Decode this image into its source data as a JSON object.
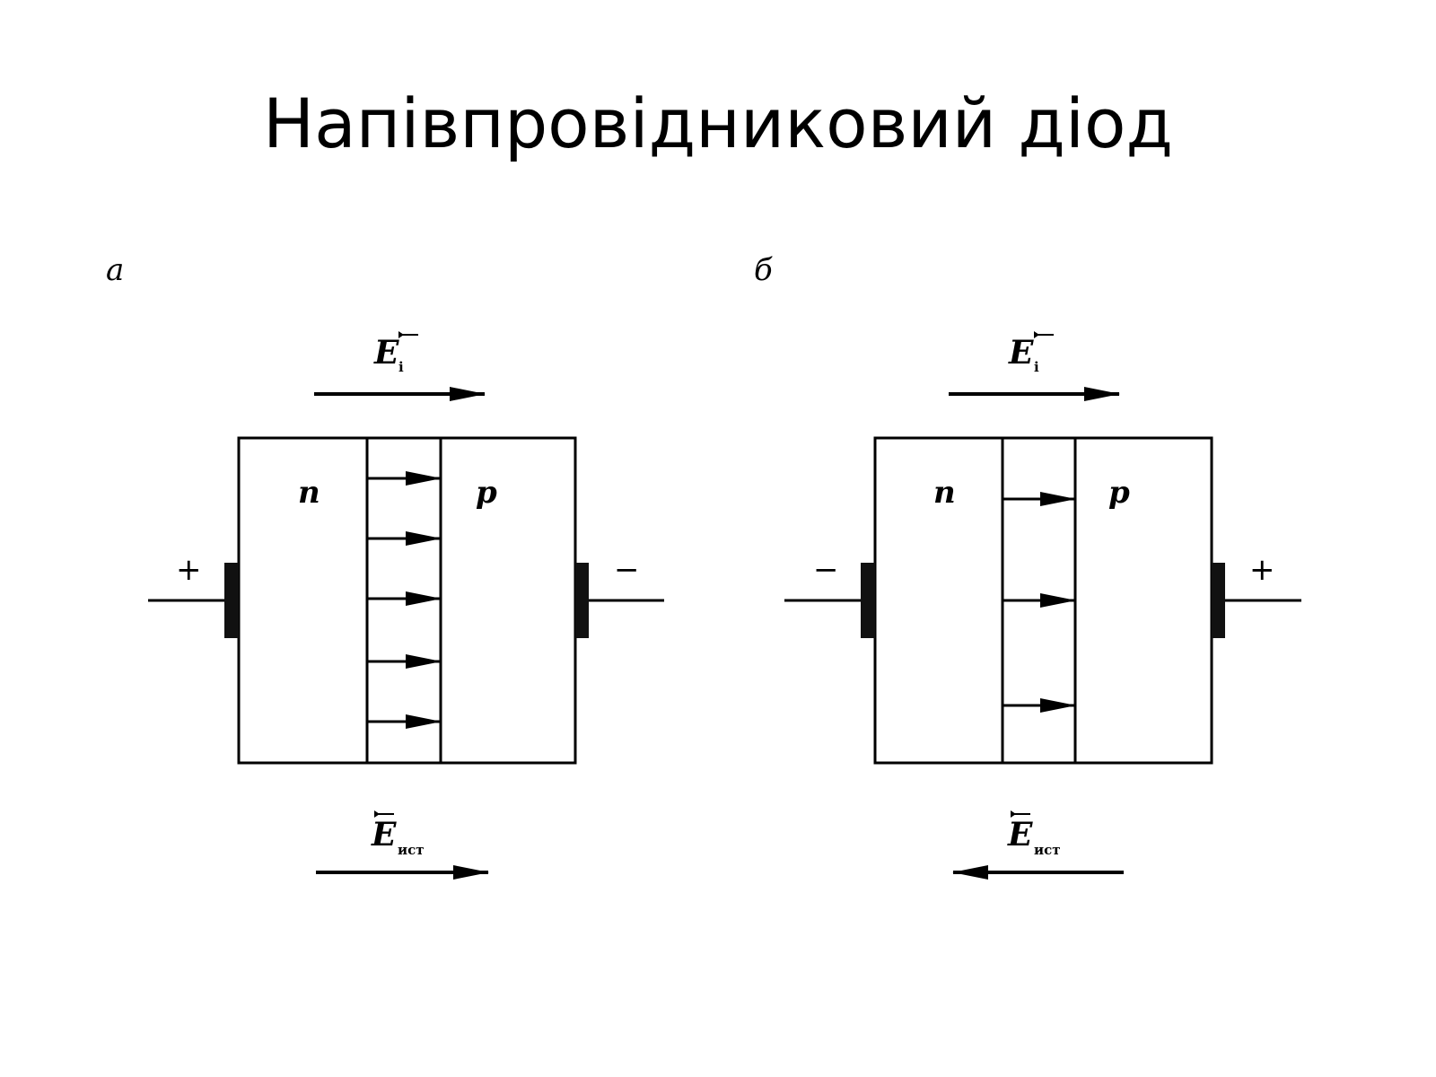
{
  "title": "Напівпровідниковий діод",
  "panels": [
    {
      "label": "a",
      "region_left": "n",
      "region_right": "p",
      "polarity_left": "+",
      "polarity_right": "−",
      "field_internal": {
        "symbol": "E",
        "subscript": "i",
        "direction": "right"
      },
      "field_source": {
        "symbol": "E",
        "subscript": "ист",
        "direction": "right"
      },
      "junction_arrows": 5
    },
    {
      "label": "б",
      "region_left": "n",
      "region_right": "p",
      "polarity_left": "−",
      "polarity_right": "+",
      "field_internal": {
        "symbol": "E",
        "subscript": "i",
        "direction": "right"
      },
      "field_source": {
        "symbol": "E",
        "subscript": "ист",
        "direction": "left"
      },
      "junction_arrows": 3
    }
  ]
}
